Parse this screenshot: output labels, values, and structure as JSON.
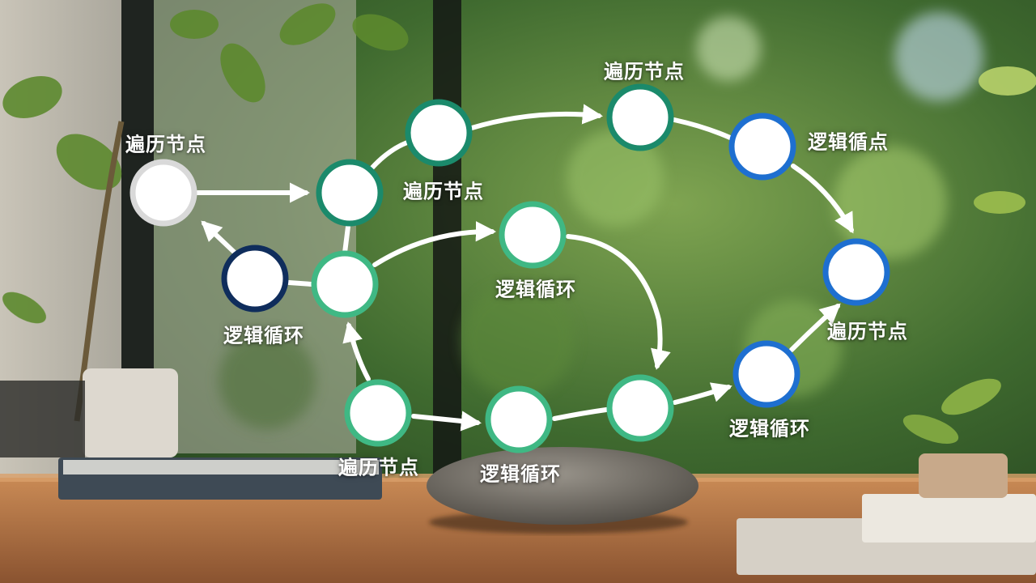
{
  "diagram": {
    "labels": {
      "n1": "遍历节点",
      "n2": "遍历节点",
      "n3": "遍历节点",
      "n4": "逻辑循点",
      "n5": "逻辑循环",
      "n6": "逻辑循环",
      "n7": "遍历节点",
      "n8": "逻辑循环",
      "n9": "逻辑循环",
      "n10": "遍历节点"
    },
    "colors": {
      "node_fill": "#ffffff",
      "dark_teal": "#1b8a6b",
      "light_green": "#3fb884",
      "blue": "#1e6fd0",
      "navy": "#0f2d5c",
      "grey": "#d9d9d9",
      "arrow": "#ffffff"
    }
  }
}
